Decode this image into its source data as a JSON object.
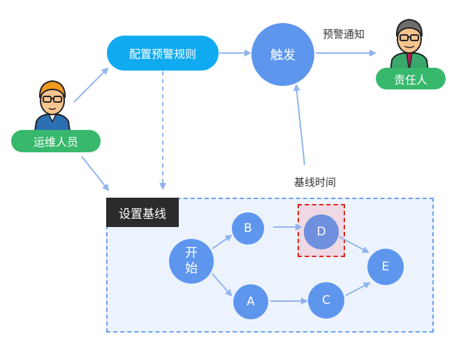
{
  "actors": {
    "operator": {
      "label": "运维人员"
    },
    "owner": {
      "label": "责任人"
    }
  },
  "steps": {
    "configure_rule": "配置预警规则",
    "trigger": "触发",
    "notify_label": "预警通知",
    "baseline_time_label": "基线时间"
  },
  "baseline": {
    "title": "设置基线",
    "nodes": {
      "start": "开\n始",
      "a": "A",
      "b": "B",
      "c": "C",
      "d": "D",
      "e": "E"
    }
  },
  "colors": {
    "pill_blue": "#10aaf0",
    "node_blue": "#5e96ee",
    "node_d": "#6f8fdf",
    "actor_green": "#37b86c",
    "arrow": "#8fb4ef",
    "highlight_border": "#e2231a"
  }
}
